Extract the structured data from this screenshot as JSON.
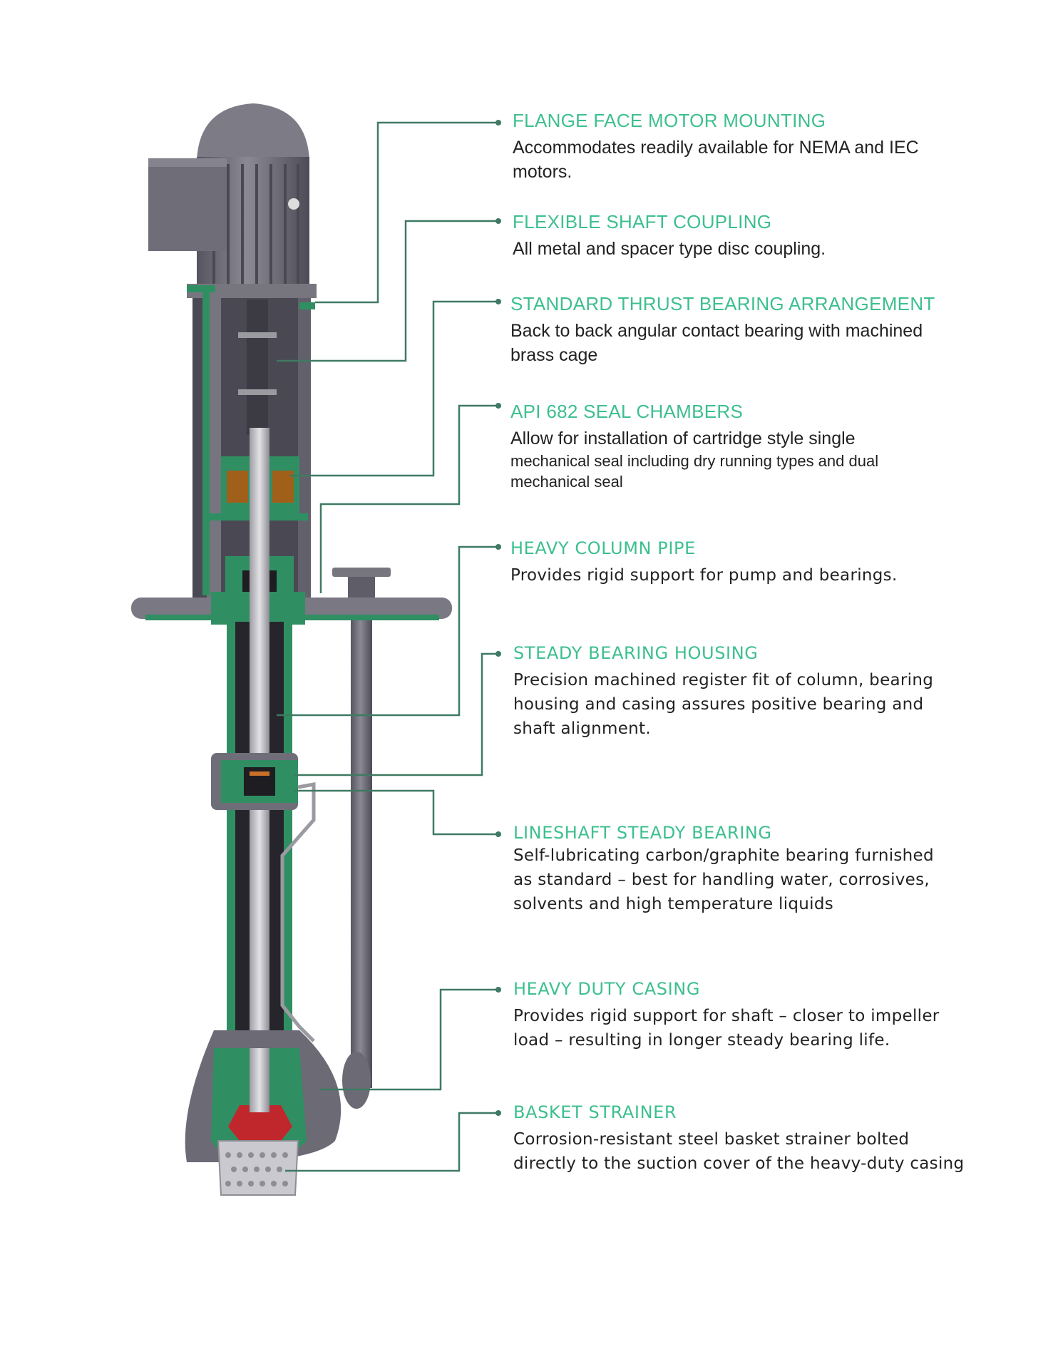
{
  "colors": {
    "accent": "#3dbf8f",
    "leader": "#3f7a62",
    "cut_section": "#2f8f63",
    "body_gray": "#6b6a75",
    "impeller": "#c0272d"
  },
  "features": [
    {
      "title": "FLANGE FACE MOTOR MOUNTING",
      "lines": [
        "Accommodates readily available for NEMA and IEC",
        "motors."
      ]
    },
    {
      "title": "FLEXIBLE SHAFT COUPLING",
      "lines": [
        "All metal and spacer type disc coupling."
      ]
    },
    {
      "title": "STANDARD THRUST BEARING ARRANGEMENT",
      "lines": [
        "Back to back angular contact bearing with machined",
        "brass cage"
      ]
    },
    {
      "title": "API 682 SEAL CHAMBERS",
      "lines": [
        "Allow for installation of cartridge style single",
        "mechanical seal including dry running types and dual",
        "mechanical seal"
      ]
    },
    {
      "title": "HEAVY COLUMN PIPE",
      "lines": [
        "Provides rigid support for pump and bearings."
      ]
    },
    {
      "title": "STEADY BEARING HOUSING",
      "lines": [
        "Precision machined register fit of column, bearing",
        "housing and casing assures positive bearing and",
        "shaft alignment."
      ]
    },
    {
      "title": "LINESHAFT STEADY BEARING",
      "lines": [
        "Self-lubricating carbon/graphite bearing furnished",
        "as standard – best for handling water, corrosives,",
        "solvents and high temperature liquids"
      ]
    },
    {
      "title": "HEAVY DUTY CASING",
      "lines": [
        "Provides rigid support for shaft – closer to impeller",
        "load – resulting in longer steady bearing life."
      ]
    },
    {
      "title": "BASKET STRAINER",
      "lines": [
        "Corrosion-resistant steel basket strainer bolted",
        "directly to the suction cover of the heavy-duty casing"
      ]
    }
  ]
}
